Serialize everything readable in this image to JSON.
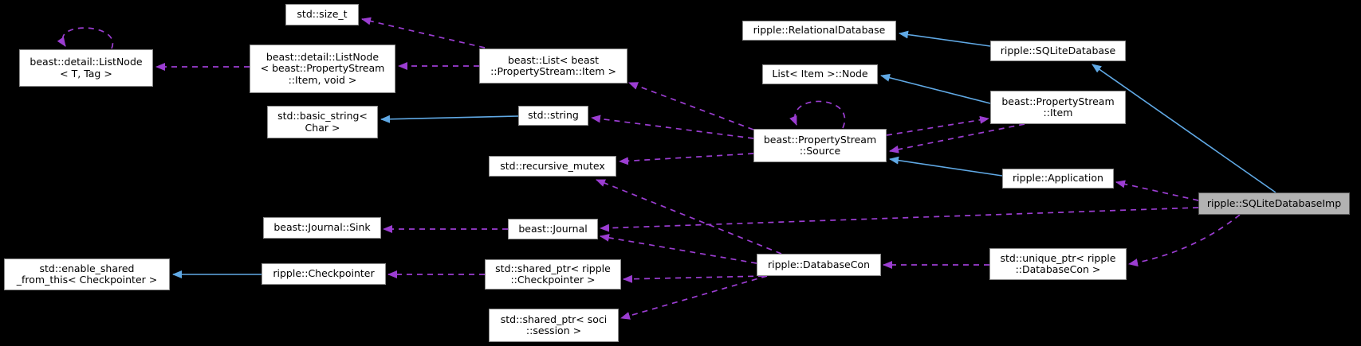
{
  "diagram": {
    "type": "class-collaboration-graph",
    "main_node": "ripple::SQLiteDatabaseImp"
  },
  "colors": {
    "background": "#000000",
    "usage_edge": "#9b3dd1",
    "inheritance_edge": "#60a9e5",
    "node_bg": "#ffffff",
    "node_border": "#8c8c8c",
    "main_node_bg": "#b2b2b2",
    "main_node_border": "#5a5a5a",
    "text": "#000000"
  },
  "nodes": {
    "size_t": {
      "label": "std::size_t"
    },
    "listnode_t_tag": {
      "label": "beast::detail::ListNode\n< T, Tag >"
    },
    "listnode_item_void": {
      "label": "beast::detail::ListNode\n< beast::PropertyStream\n::Item, void >"
    },
    "beast_list": {
      "label": "beast::List< beast\n::PropertyStream::Item >"
    },
    "relational_db": {
      "label": "ripple::RelationalDatabase"
    },
    "sqlite_db": {
      "label": "ripple::SQLiteDatabase"
    },
    "list_item_node": {
      "label": "List< Item >::Node"
    },
    "prop_item": {
      "label": "beast::PropertyStream\n::Item"
    },
    "basic_string": {
      "label": "std::basic_string<\nChar >"
    },
    "std_string": {
      "label": "std::string"
    },
    "recursive_mutex": {
      "label": "std::recursive_mutex"
    },
    "source": {
      "label": "beast::PropertyStream\n::Source"
    },
    "application": {
      "label": "ripple::Application"
    },
    "sqlite_db_imp": {
      "label": "ripple::SQLiteDatabaseImp"
    },
    "journal_sink": {
      "label": "beast::Journal::Sink"
    },
    "journal": {
      "label": "beast::Journal"
    },
    "enable_shared": {
      "label": "std::enable_shared\n_from_this< Checkpointer >"
    },
    "checkpointer": {
      "label": "ripple::Checkpointer"
    },
    "shared_ptr_chk": {
      "label": "std::shared_ptr< ripple\n::Checkpointer >"
    },
    "database_con": {
      "label": "ripple::DatabaseCon"
    },
    "unique_ptr_dbcon": {
      "label": "std::unique_ptr< ripple\n::DatabaseCon >"
    },
    "shared_ptr_session": {
      "label": "std::shared_ptr< soci\n::session >"
    }
  },
  "edges": [
    {
      "from": "listnode_item_void",
      "to": "listnode_t_tag",
      "type": "usage-dashed"
    },
    {
      "from": "listnode_t_tag",
      "to": "listnode_t_tag",
      "type": "usage-dashed-self-loop"
    },
    {
      "from": "beast_list",
      "to": "size_t",
      "type": "usage-dashed"
    },
    {
      "from": "beast_list",
      "to": "listnode_item_void",
      "type": "usage-dashed"
    },
    {
      "from": "source",
      "to": "beast_list",
      "type": "usage-dashed"
    },
    {
      "from": "source",
      "to": "std_string",
      "type": "usage-dashed"
    },
    {
      "from": "source",
      "to": "recursive_mutex",
      "type": "usage-dashed"
    },
    {
      "from": "source",
      "to": "source",
      "type": "usage-dashed-self-loop"
    },
    {
      "from": "source",
      "to": "prop_item",
      "type": "usage-dashed"
    },
    {
      "from": "prop_item",
      "to": "source",
      "type": "usage-dashed"
    },
    {
      "from": "sqlite_db_imp",
      "to": "application",
      "type": "usage-dashed"
    },
    {
      "from": "sqlite_db_imp",
      "to": "journal",
      "type": "usage-dashed"
    },
    {
      "from": "sqlite_db_imp",
      "to": "unique_ptr_dbcon",
      "type": "usage-dashed"
    },
    {
      "from": "unique_ptr_dbcon",
      "to": "database_con",
      "type": "usage-dashed"
    },
    {
      "from": "database_con",
      "to": "journal",
      "type": "usage-dashed"
    },
    {
      "from": "database_con",
      "to": "recursive_mutex",
      "type": "usage-dashed"
    },
    {
      "from": "database_con",
      "to": "shared_ptr_chk",
      "type": "usage-dashed"
    },
    {
      "from": "database_con",
      "to": "shared_ptr_session",
      "type": "usage-dashed"
    },
    {
      "from": "shared_ptr_chk",
      "to": "checkpointer",
      "type": "usage-dashed"
    },
    {
      "from": "journal",
      "to": "journal_sink",
      "type": "usage-dashed"
    },
    {
      "from": "std_string",
      "to": "basic_string",
      "type": "inheritance-solid"
    },
    {
      "from": "prop_item",
      "to": "list_item_node",
      "type": "inheritance-solid"
    },
    {
      "from": "sqlite_db",
      "to": "relational_db",
      "type": "inheritance-solid"
    },
    {
      "from": "sqlite_db_imp",
      "to": "sqlite_db",
      "type": "inheritance-solid"
    },
    {
      "from": "application",
      "to": "source",
      "type": "inheritance-solid"
    },
    {
      "from": "checkpointer",
      "to": "enable_shared",
      "type": "inheritance-solid"
    }
  ]
}
